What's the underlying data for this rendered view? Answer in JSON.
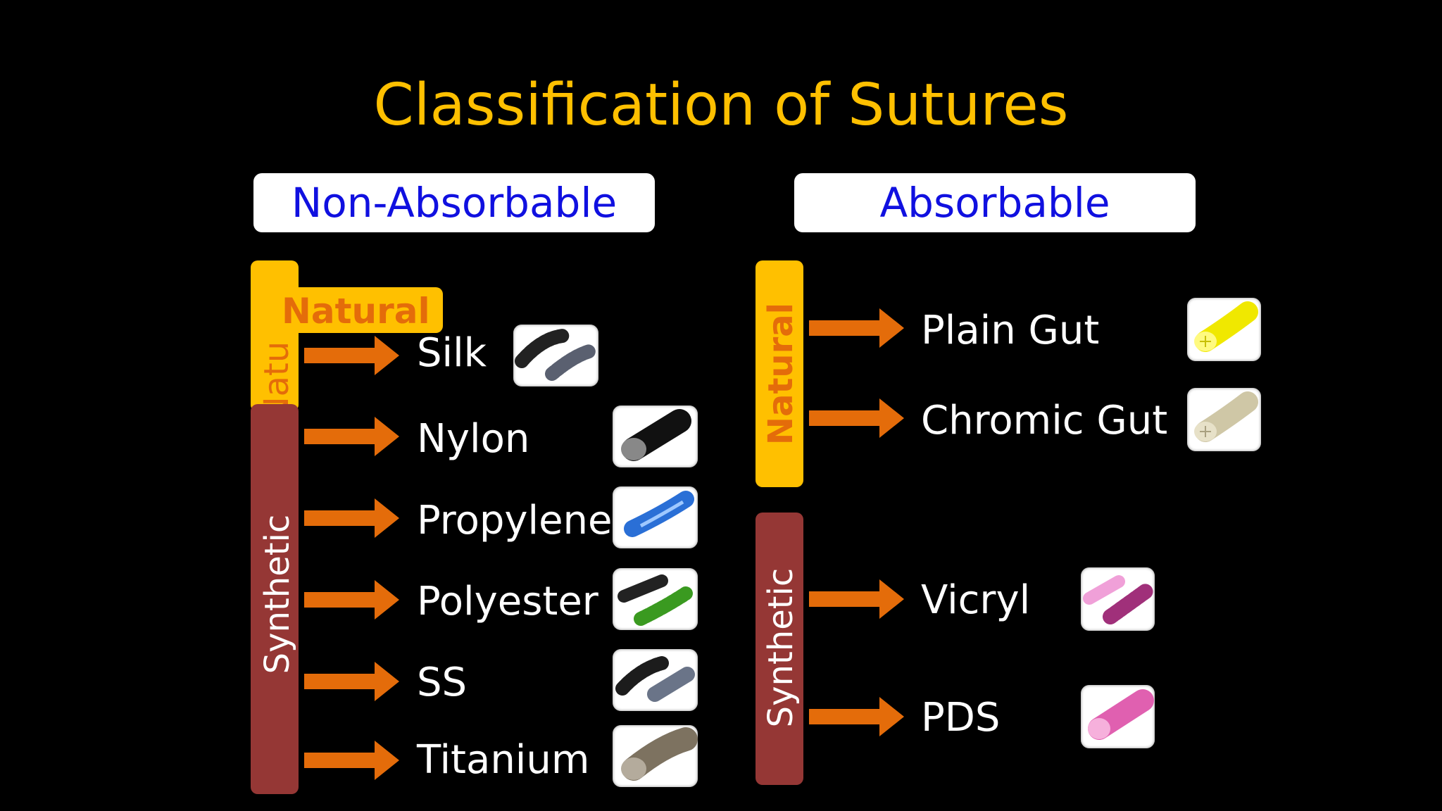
{
  "title": "Classification of Sutures",
  "colors": {
    "title": "#FFC000",
    "header_text": "#1010E0",
    "natural": "#FFC000",
    "synthetic": "#953735",
    "arrow": "#E46C0A",
    "natural_label": "#E46C0A"
  },
  "non_absorbable": {
    "header": "Non-Absorbable",
    "natural_label": "Natural",
    "natural_label_fragment": "Natu",
    "synthetic_label": "Synthetic",
    "items": [
      "Silk",
      "Nylon",
      "Propylene",
      "Polyester",
      "SS",
      "Titanium"
    ]
  },
  "absorbable": {
    "header": "Absorbable",
    "natural_label": "Natural",
    "synthetic_label": "Synthetic",
    "items": [
      "Plain Gut",
      "Chromic Gut",
      "Vicryl",
      "PDS"
    ]
  },
  "icons": {
    "silk": "braided-black-suture-icon",
    "nylon": "black-monofilament-icon",
    "propylene": "blue-monofilament-icon",
    "polyester": "green-braided-suture-icon",
    "ss": "steel-braided-suture-icon",
    "titanium": "titanium-wire-icon",
    "plain_gut": "yellow-gut-suture-icon",
    "chromic_gut": "chromic-gut-suture-icon",
    "vicryl": "pink-braided-suture-icon",
    "pds": "pink-monofilament-icon"
  }
}
